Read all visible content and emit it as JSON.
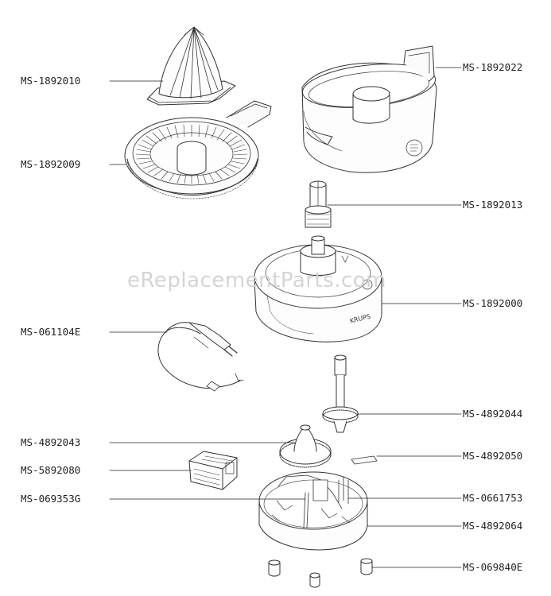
{
  "watermark": "eReplacementParts.com",
  "brand_mark": "KRUPS",
  "parts": {
    "cone": "MS-1892010",
    "strainer": "MS-1892009",
    "container": "MS-1892022",
    "drive_shaft": "MS-1892013",
    "base_housing": "MS-1892000",
    "power_cord": "MS-061104E",
    "gear_shaft": "MS-4892044",
    "pinion_gear": "MS-4892043",
    "spring_clip": "MS-4892050",
    "motor": "MS-5892080",
    "switch": "MS-069353G",
    "contacts": "MS-0661753",
    "bottom_cover": "MS-4892064",
    "feet": "MS-069840E"
  }
}
